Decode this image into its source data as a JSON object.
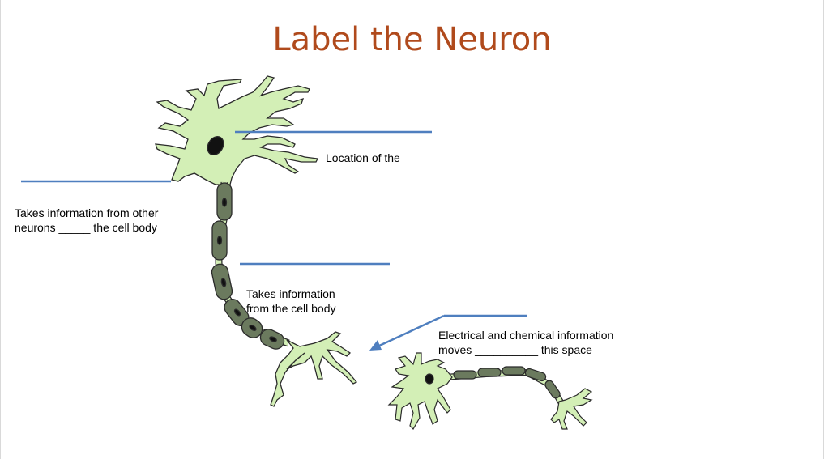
{
  "title": "Label the Neuron",
  "labels": {
    "soma": "Location of the ________",
    "dendrites_line1": "Takes information from other",
    "dendrites_line2": "neurons _____ the cell body",
    "axon_line1": "Takes information ________",
    "axon_line2": "from the cell body",
    "synapse_line1": "Electrical and chemical information",
    "synapse_line2": "moves __________ this space"
  },
  "colors": {
    "title": "#b04a1c",
    "answer_line": "#4f7fbf",
    "neuron_fill": "#d3efb6",
    "myelin_fill": "#6b7a5e",
    "outline": "#2b2b2b"
  }
}
